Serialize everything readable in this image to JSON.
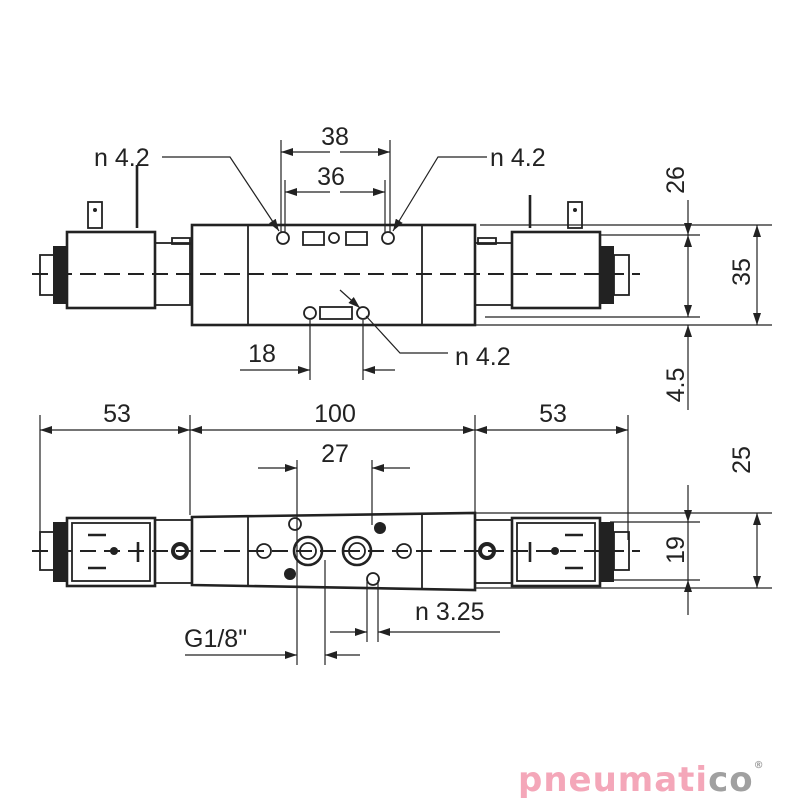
{
  "top_view": {
    "dims": {
      "d38": "38",
      "d36": "36",
      "d26": "26",
      "d35": "35",
      "d45": "4.5",
      "d18": "18"
    },
    "holes": {
      "left": "n 4.2",
      "right": "n 4.2",
      "bottom": "n 4.2"
    }
  },
  "bottom_view": {
    "dims": {
      "left53": "53",
      "d100": "100",
      "right53": "53",
      "d27": "27",
      "d25": "25",
      "d19": "19"
    },
    "thread": "G1/8\"",
    "hole": "n 3.25"
  },
  "logo": {
    "part1": "pneumati",
    "part2": "co",
    "mark": "®",
    "colors": {
      "pink": "#f4a7b9",
      "gray": "#a0a0a0"
    }
  }
}
